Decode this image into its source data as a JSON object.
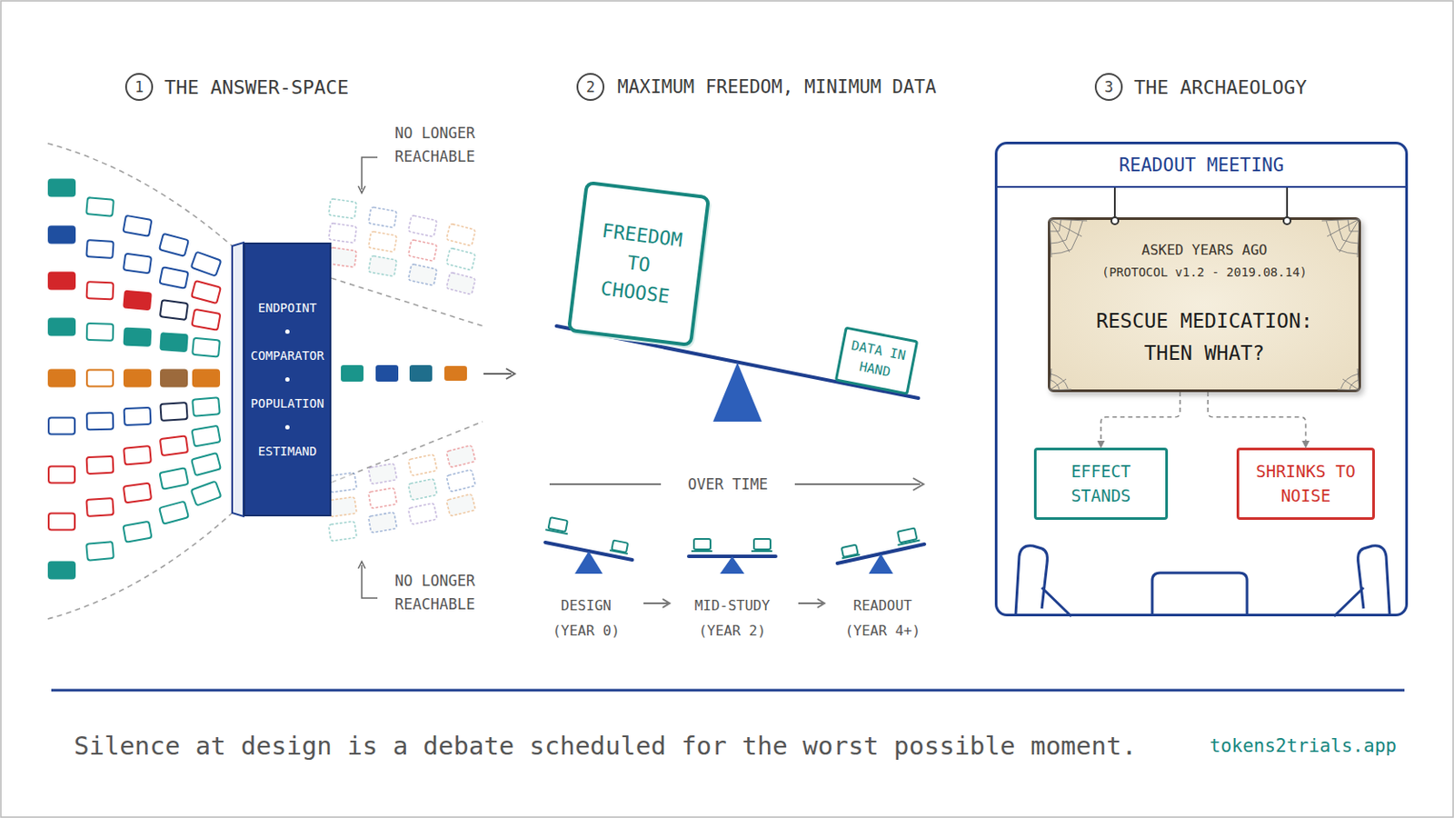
{
  "diagram": {
    "caption": "Silence at design is a debate scheduled for the worst possible moment.",
    "nodes": [
      {
        "text": [
          "ENDPOINT",
          "COMPARATOR",
          "POPULATION",
          "ESTIMAND"
        ]
      },
      {
        "text": [
          "FREEDOM TO CHOOSE"
        ]
      },
      {
        "text": [
          "DATA IN HAND"
        ]
      },
      {
        "text": [
          "READOUT MEETING"
        ]
      },
      {
        "text": [
          "ASKED YEARS AGO",
          "(PROTOCOL v1.2 - 2019.08.14)",
          "RESCUE MEDICATION: THEN WHAT?"
        ],
        "in": 3
      },
      {
        "text": [
          "EFFECT STANDS"
        ],
        "in": 3
      },
      {
        "text": [
          "SHRINKS TO NOISE"
        ],
        "in": 3
      }
    ],
    "edges": [
      {
        "from": 4,
        "to": 5,
        "arrow": "to"
      },
      {
        "from": 4,
        "to": 6,
        "arrow": "to"
      }
    ],
    "labels": [
      "1",
      "THE ANSWER-SPACE",
      "2",
      "MAXIMUM FREEDOM, MINIMUM DATA",
      "3",
      "THE ARCHAEOLOGY",
      "NO LONGER REACHABLE",
      "NO LONGER REACHABLE",
      "OVER TIME",
      "DESIGN (YEAR 0)",
      "MID-STUDY (YEAR 2)",
      "READOUT (YEAR 4+)",
      "tokens2trials.app"
    ]
  }
}
